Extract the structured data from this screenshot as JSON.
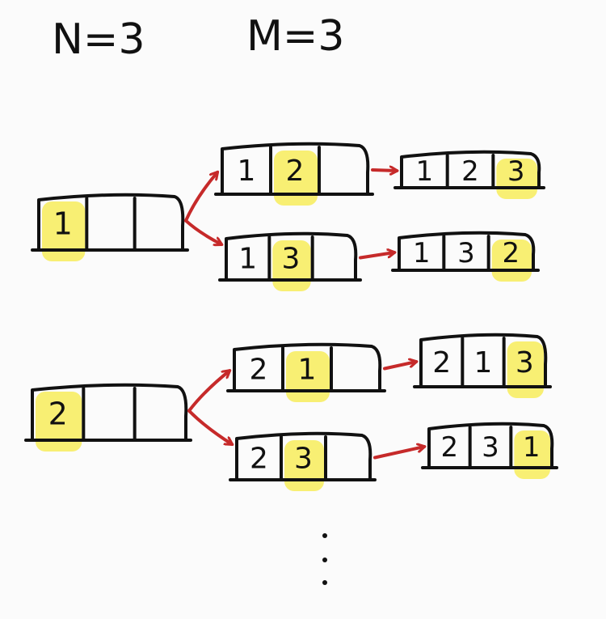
{
  "header": {
    "n_label": "N=3",
    "m_label": "M=3"
  },
  "colors": {
    "highlight": "#f7ec5a",
    "ink": "#111111",
    "arrow": "#c62a2a",
    "background": "#fbfbfb"
  },
  "trees": [
    {
      "root": {
        "cells": [
          "1",
          "",
          ""
        ],
        "highlight": 0
      },
      "level1": [
        {
          "cells": [
            "1",
            "2",
            ""
          ],
          "highlight": 1
        },
        {
          "cells": [
            "1",
            "3",
            ""
          ],
          "highlight": 1
        }
      ],
      "level2": [
        {
          "cells": [
            "1",
            "2",
            "3"
          ],
          "highlight": 2
        },
        {
          "cells": [
            "1",
            "3",
            "2"
          ],
          "highlight": 2
        }
      ]
    },
    {
      "root": {
        "cells": [
          "2",
          "",
          ""
        ],
        "highlight": 0
      },
      "level1": [
        {
          "cells": [
            "2",
            "1",
            ""
          ],
          "highlight": 1
        },
        {
          "cells": [
            "2",
            "3",
            ""
          ],
          "highlight": 1
        }
      ],
      "level2": [
        {
          "cells": [
            "2",
            "1",
            "3"
          ],
          "highlight": 2
        },
        {
          "cells": [
            "2",
            "3",
            "1"
          ],
          "highlight": 2
        }
      ]
    }
  ],
  "continuation": {
    "icon": "vertical-ellipsis-icon"
  }
}
